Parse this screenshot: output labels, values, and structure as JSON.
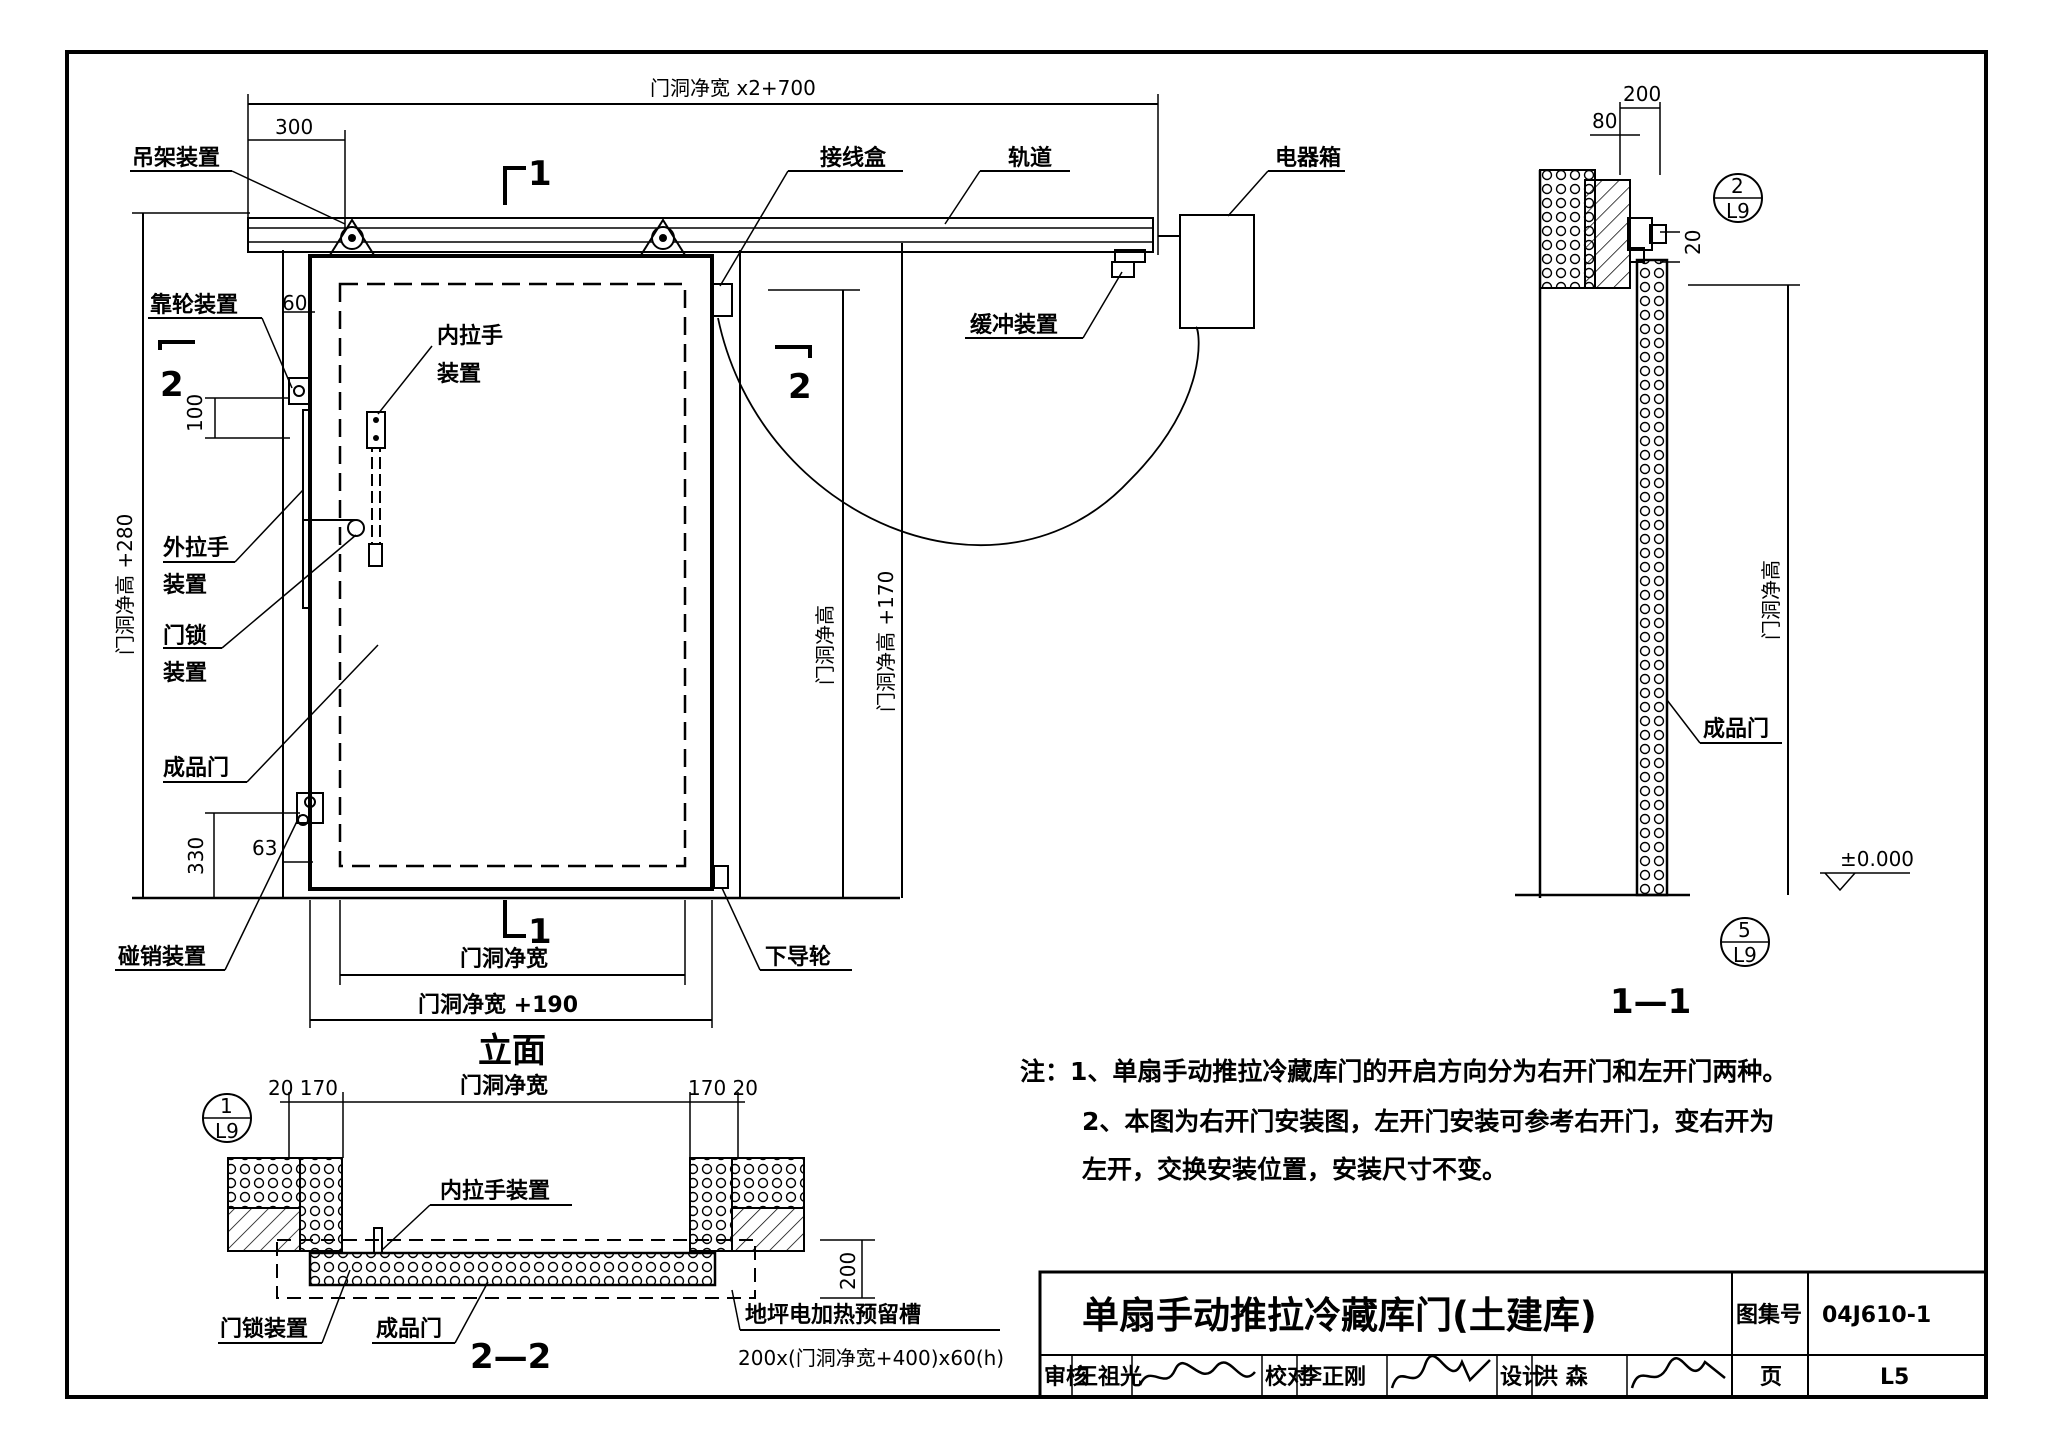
{
  "elevation": {
    "title": "立面",
    "dim_top_width": "门洞净宽 x2+700",
    "dim_300": "300",
    "dim_60": "60",
    "dim_100": "100",
    "dim_330": "330",
    "dim_63": "63",
    "dim_left_height": "门洞净高 +280",
    "dim_clear_height": "门洞净高",
    "dim_height_170": "门洞净高 +170",
    "dim_bottom_clear": "门洞净宽",
    "dim_bottom_190": "门洞净宽 +190",
    "section_1": "1",
    "section_2": "2",
    "labels": {
      "hanger": "吊架装置",
      "roller": "靠轮装置",
      "inner_handle_1": "内拉手",
      "inner_handle_2": "装置",
      "outer_handle_1": "外拉手",
      "outer_handle_2": "装置",
      "lock_1": "门锁",
      "lock_2": "装置",
      "door": "成品门",
      "bump_lock": "碰销装置",
      "junction_box": "接线盒",
      "track": "轨道",
      "electric_box": "电器箱",
      "buffer": "缓冲装置",
      "bottom_guide": "下导轮"
    }
  },
  "section_1_1": {
    "title": "1—1",
    "dim_200": "200",
    "dim_80": "80",
    "dim_20": "20",
    "dim_clear_height": "门洞净高",
    "door": "成品门",
    "level": "±0.000",
    "ref_top": {
      "num": "2",
      "sheet": "L9"
    },
    "ref_bottom": {
      "num": "5",
      "sheet": "L9"
    }
  },
  "section_2_2": {
    "title": "2—2",
    "dim_left": "20 170",
    "dim_clear_width": "门洞净宽",
    "dim_right": "170 20",
    "dim_200": "200",
    "ref": {
      "num": "1",
      "sheet": "L9"
    },
    "inner_handle": "内拉手装置",
    "lock": "门锁装置",
    "door": "成品门",
    "heating_slot": "地坪电加热预留槽",
    "heating_dim": "200x(门洞净宽+400)x60(h)"
  },
  "notes": {
    "line1": "注：1、单扇手动推拉冷藏库门的开启方向分为右开门和左开门两种。",
    "line2": "2、本图为右开门安装图，左开门安装可参考右开门，变右开为",
    "line3": "左开，交换安装位置，安装尺寸不变。"
  },
  "title_block": {
    "title": "单扇手动推拉冷藏库门(土建库)",
    "atlas_label": "图集号",
    "atlas_no": "04J610-1",
    "review_label": "审核",
    "reviewer": "王祖光",
    "check_label": "校对",
    "checker": "李正刚",
    "design_label": "设计",
    "designer": "洪  森",
    "page_label": "页",
    "page_no": "L5"
  }
}
